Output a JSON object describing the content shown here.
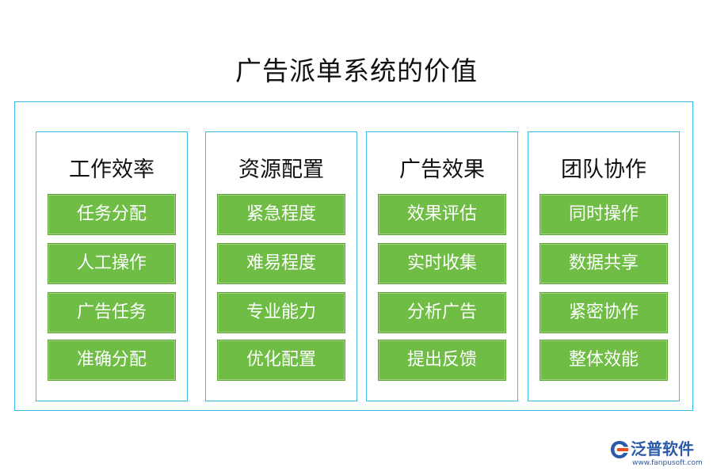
{
  "title": "广告派单系统的价值",
  "columns": [
    {
      "heading": "工作效率",
      "items": [
        "任务分配",
        "人工操作",
        "广告任务",
        "准确分配"
      ]
    },
    {
      "heading": "资源配置",
      "items": [
        "紧急程度",
        "难易程度",
        "专业能力",
        "优化配置"
      ]
    },
    {
      "heading": "广告效果",
      "items": [
        "效果评估",
        "实时收集",
        "分析广告",
        "提出反馈"
      ]
    },
    {
      "heading": "团队协作",
      "items": [
        "同时操作",
        "数据共享",
        "紧密协作",
        "整体效能"
      ]
    }
  ],
  "logo": {
    "name": "泛普软件",
    "url": "www.fanpusoft.com"
  },
  "colors": {
    "border": "#3bb8e4",
    "item_fill": "#6fbd44",
    "logo": "#2a5aa8"
  }
}
